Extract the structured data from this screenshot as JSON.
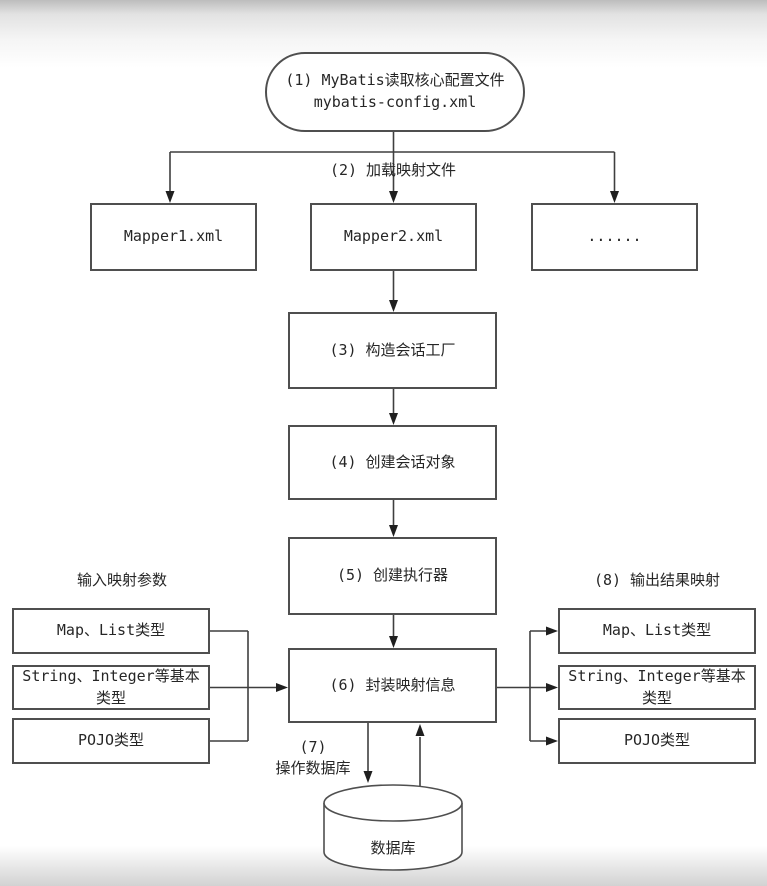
{
  "colors": {
    "line": "#3f3f3f",
    "box_border": "#4f4f4f",
    "text": "#262626",
    "bg_edge_top": "#bdbdbd",
    "bg_edge_bottom": "#d2d2d2",
    "box_fill": "#ffffff"
  },
  "flowchart": {
    "node1": {
      "line1": "(1) MyBatis读取核心配置文件",
      "line2": "mybatis-config.xml"
    },
    "step2_label": "(2) 加载映射文件",
    "mappers": [
      "Mapper1.xml",
      "Mapper2.xml",
      "......"
    ],
    "step3": "(3) 构造会话工厂",
    "step4": "(4) 创建会话对象",
    "step5": "(5) 创建执行器",
    "step6": "(6) 封装映射信息",
    "step7_label": {
      "line1": "(7)",
      "line2": "操作数据库"
    },
    "input_section": {
      "title": "输入映射参数",
      "items": [
        "Map、List类型",
        "String、Integer等基本类型",
        "POJO类型"
      ]
    },
    "output_section": {
      "title": "(8) 输出结果映射",
      "items": [
        "Map、List类型",
        "String、Integer等基本类型",
        "POJO类型"
      ]
    },
    "database_label": "数据库"
  }
}
